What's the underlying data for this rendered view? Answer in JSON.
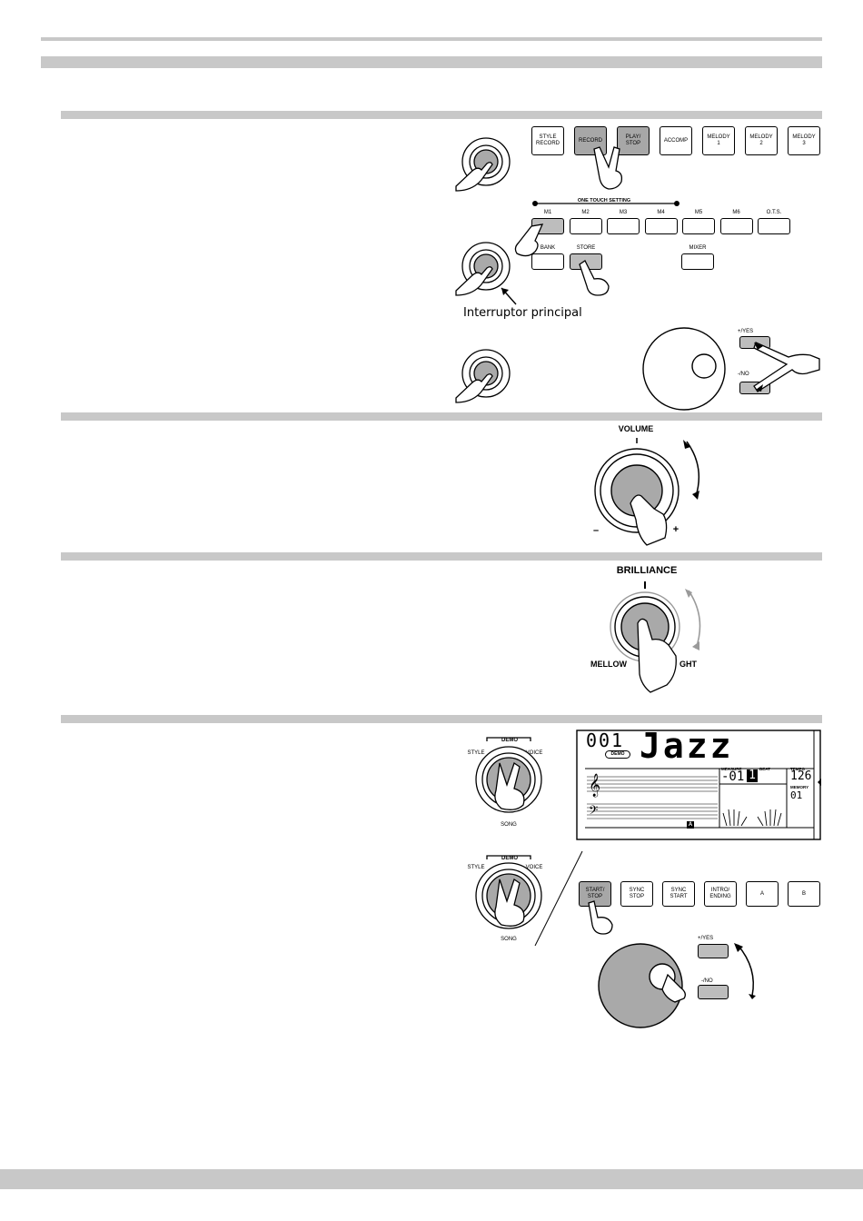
{
  "power_section": {
    "caption": "Interruptor principal",
    "top_buttons": [
      {
        "label": "STYLE\nRECORD",
        "highlighted": false
      },
      {
        "label": "RECORD",
        "highlighted": true
      },
      {
        "label": "PLAY/\nSTOP",
        "highlighted": true
      },
      {
        "label": "ACCOMP",
        "highlighted": false
      },
      {
        "label": "MELODY\n1",
        "highlighted": false
      },
      {
        "label": "MELODY\n2",
        "highlighted": false
      },
      {
        "label": "MELODY\n3",
        "highlighted": false
      }
    ],
    "one_touch_label": "ONE TOUCH SETTING",
    "memory_buttons": [
      {
        "label": "M1",
        "highlighted": true
      },
      {
        "label": "M2",
        "highlighted": false
      },
      {
        "label": "M3",
        "highlighted": false
      },
      {
        "label": "M4",
        "highlighted": false
      },
      {
        "label": "M5",
        "highlighted": false
      },
      {
        "label": "M6",
        "highlighted": false
      },
      {
        "label": "O.T.S.",
        "highlighted": false
      }
    ],
    "bank_label": "BANK",
    "store_label": "STORE",
    "mixer_label": "MIXER",
    "yes_label": "+/YES",
    "no_label": "-/NO"
  },
  "volume_section": {
    "title": "VOLUME",
    "minus": "–",
    "plus": "+"
  },
  "brilliance_section": {
    "title": "BRILLIANCE",
    "left": "MELLOW",
    "right": "GHT"
  },
  "demo_section": {
    "demo_label": "DEMO",
    "style_label": "STYLE",
    "voice_label": "VOICE",
    "song_label": "SONG",
    "lcd": {
      "number": "001",
      "name": "Jazz",
      "demo_badge": "DEMO",
      "measure_label": "MEASURE",
      "measure_value": "-01",
      "beat_label": "BEAT",
      "beat_value": "1",
      "tempo_label": "TEMPO",
      "tempo_value": "126",
      "memory_label": "MEMORY",
      "memory_value": "01",
      "a_badge": "A"
    },
    "control_buttons": [
      {
        "label": "START/\nSTOP",
        "highlighted": true
      },
      {
        "label": "SYNC\nSTOP",
        "highlighted": false
      },
      {
        "label": "SYNC\nSTART",
        "highlighted": false
      },
      {
        "label": "INTRO/\nENDING",
        "highlighted": false
      },
      {
        "label": "A",
        "highlighted": false
      },
      {
        "label": "B",
        "highlighted": false
      }
    ],
    "yes_label": "+/YES",
    "no_label": "-/NO"
  }
}
